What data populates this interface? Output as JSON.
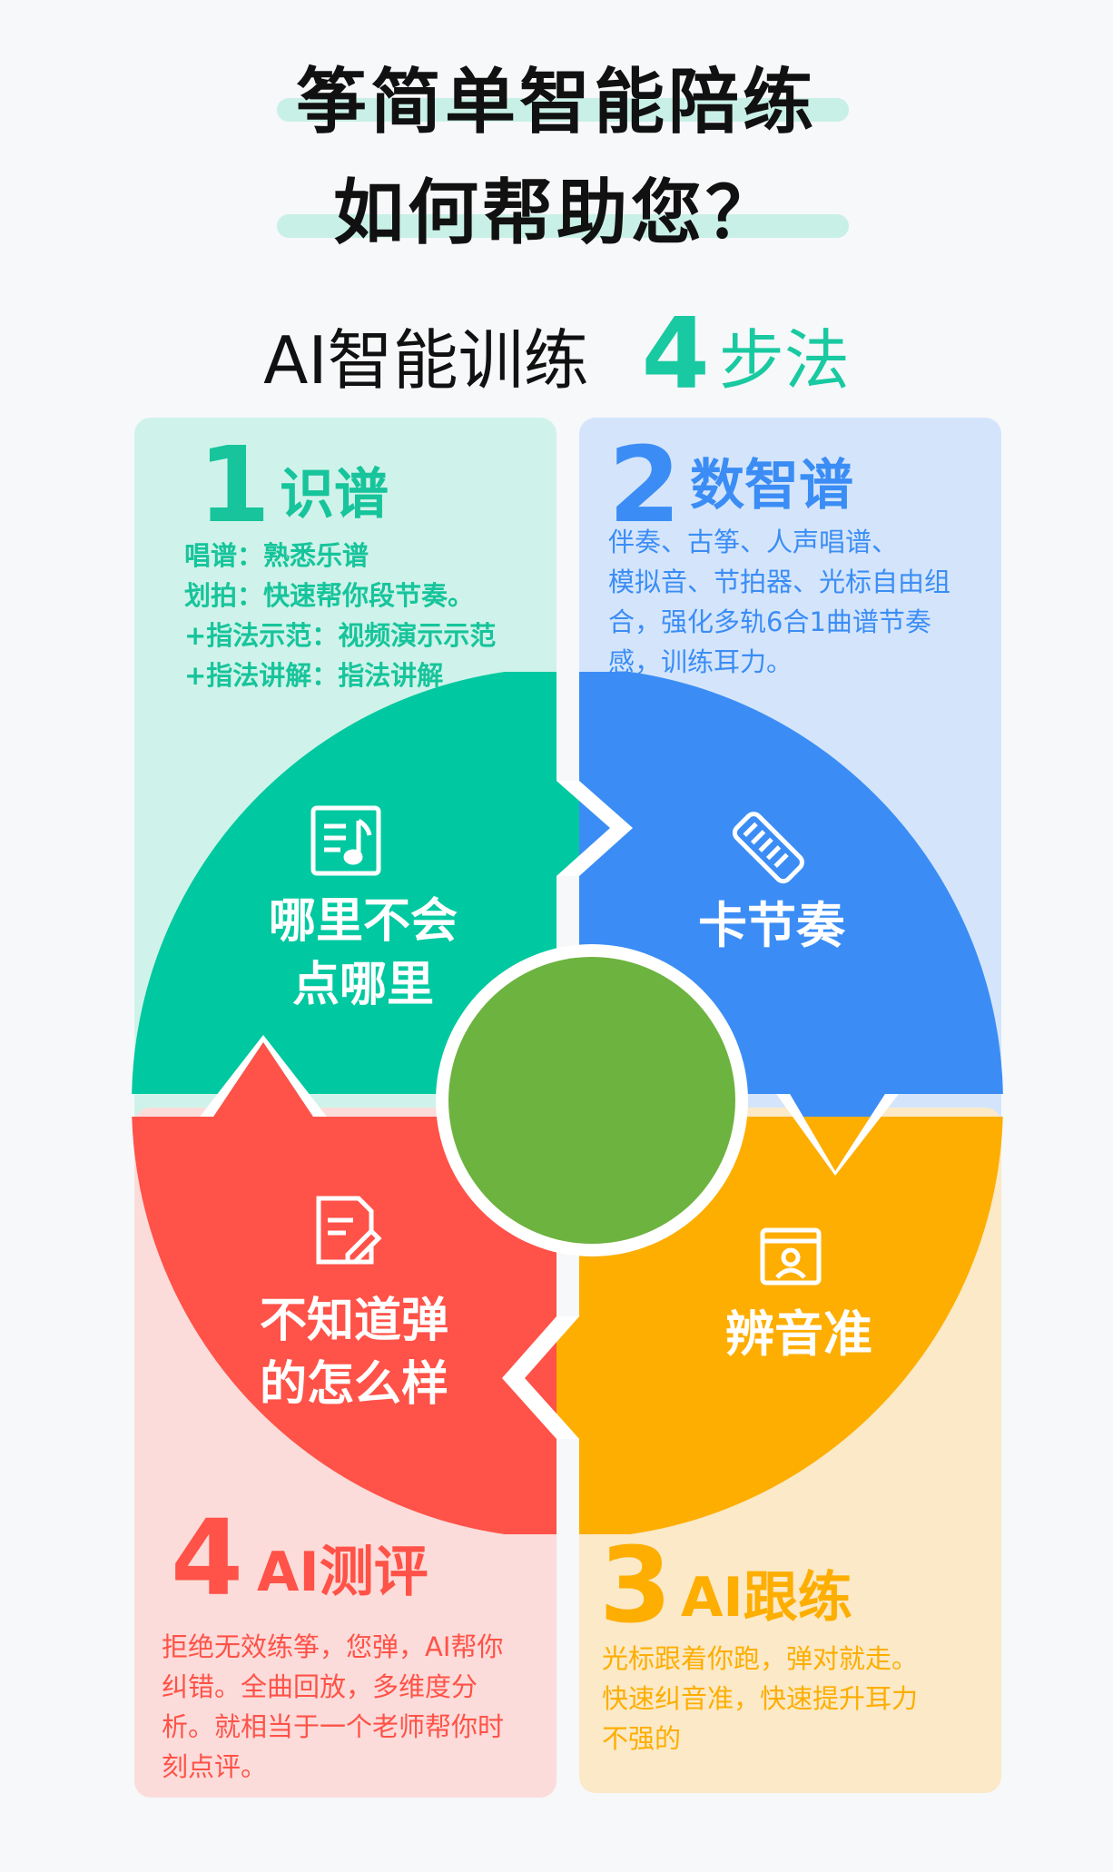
{
  "title": {
    "line1": "筝简单智能陪练",
    "line2": "如何帮助您？"
  },
  "subtitle": {
    "text": "AI智能训练",
    "number": "4",
    "method": "步法"
  },
  "steps": [
    {
      "number": "1",
      "name": "识谱",
      "lines": [
        "唱谱：熟悉乐谱",
        "划拍：快速帮你段节奏。",
        "+指法示范：视频演示示范",
        "+指法讲解：指法讲解"
      ],
      "segment_lines": [
        "哪里不会",
        "点哪里"
      ],
      "color": "#00c8a0",
      "icon": "music-score-icon"
    },
    {
      "number": "2",
      "name": "数智谱",
      "lines": [
        "伴奏、古筝、人声唱谱、",
        "模拟音、节拍器、光标自由组",
        "合，强化多轨6合1曲谱节奏",
        "感，训练耳力。"
      ],
      "segment_lines": [
        "卡节奏"
      ],
      "color": "#3b8df5",
      "icon": "guzheng-icon"
    },
    {
      "number": "3",
      "name": "AI跟练",
      "lines": [
        "光标跟着你跑，弹对就走。",
        "快速纠音准，快速提升耳力",
        "不强的"
      ],
      "segment_lines": [
        "辨音准"
      ],
      "color": "#fdae00",
      "icon": "video-lesson-icon"
    },
    {
      "number": "4",
      "name": "AI测评",
      "lines": [
        "拒绝无效练筝，您弹，AI帮你",
        "纠错。全曲回放，多维度分",
        "析。就相当于一个老师帮你时",
        "刻点评。"
      ],
      "segment_lines": [
        "不知道弹",
        "的怎么样"
      ],
      "color": "#ff5248",
      "icon": "edit-document-icon"
    }
  ],
  "center_color": "#6db33f"
}
